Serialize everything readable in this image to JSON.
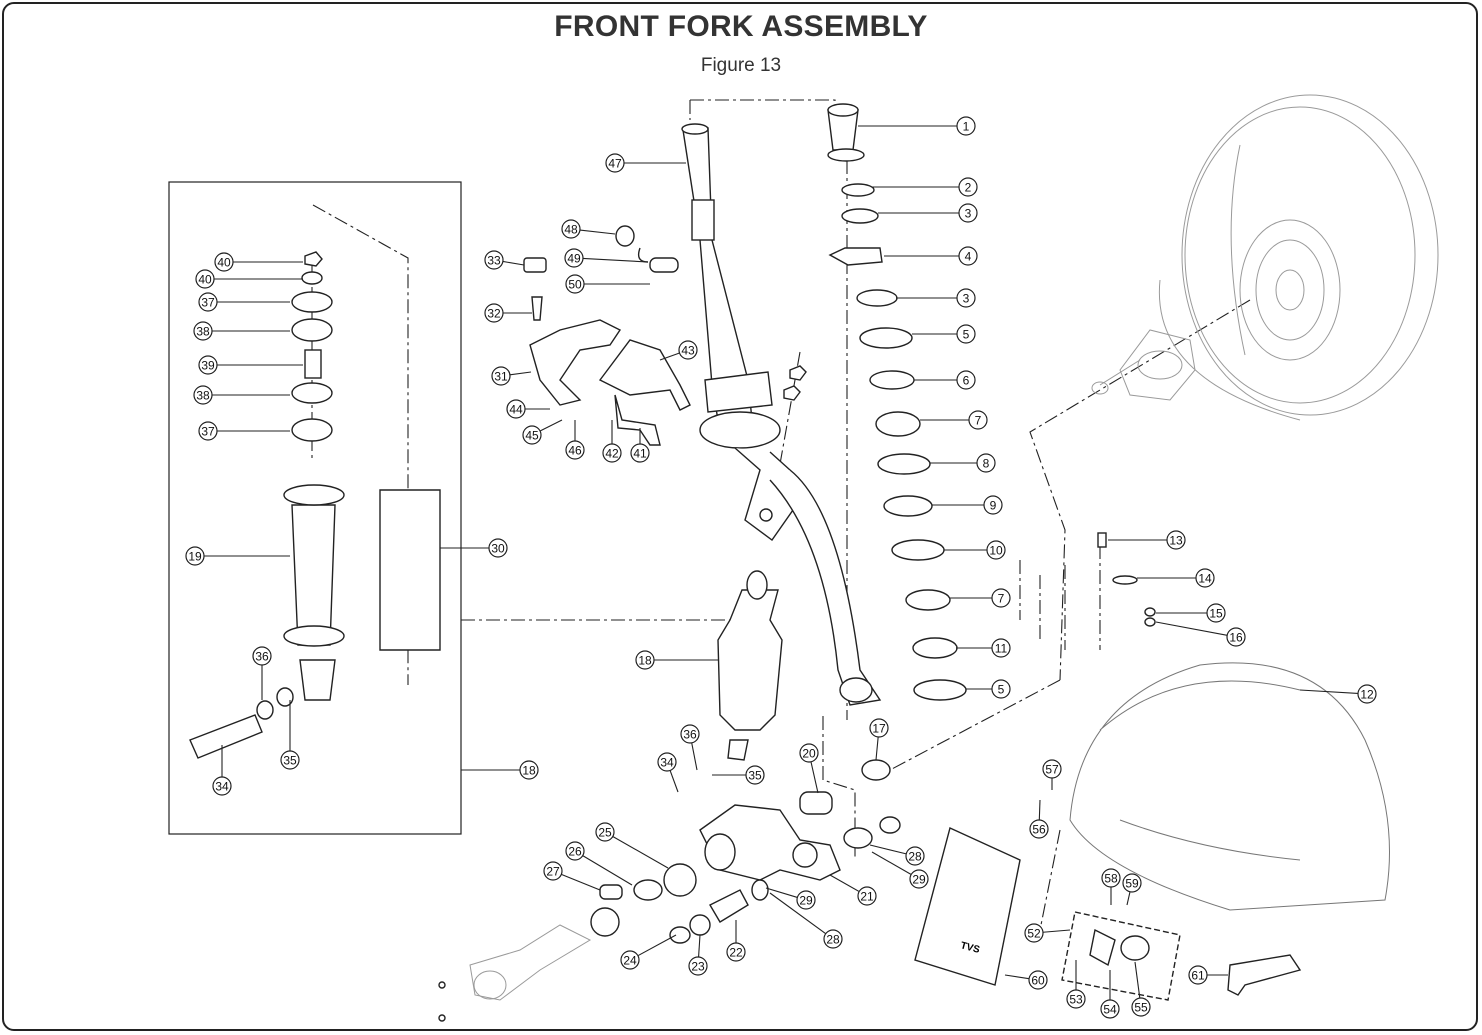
{
  "title": "FRONT FORK ASSEMBLY",
  "subtitle": "Figure 13",
  "logo_text": "TVS",
  "callouts": [
    "1",
    "2",
    "3",
    "4",
    "3",
    "5",
    "6",
    "7",
    "8",
    "9",
    "10",
    "7",
    "11",
    "5",
    "12",
    "13",
    "14",
    "15",
    "16",
    "17",
    "18",
    "19",
    "20",
    "21",
    "22",
    "23",
    "24",
    "25",
    "26",
    "27",
    "28",
    "28",
    "29",
    "29",
    "30",
    "31",
    "32",
    "33",
    "34",
    "34",
    "35",
    "35",
    "36",
    "36",
    "37",
    "37",
    "38",
    "38",
    "39",
    "40",
    "40",
    "41",
    "42",
    "43",
    "44",
    "45",
    "46",
    "47",
    "48",
    "49",
    "50",
    "52",
    "53",
    "54",
    "55",
    "56",
    "57",
    "58",
    "59",
    "60",
    "61",
    "18"
  ]
}
